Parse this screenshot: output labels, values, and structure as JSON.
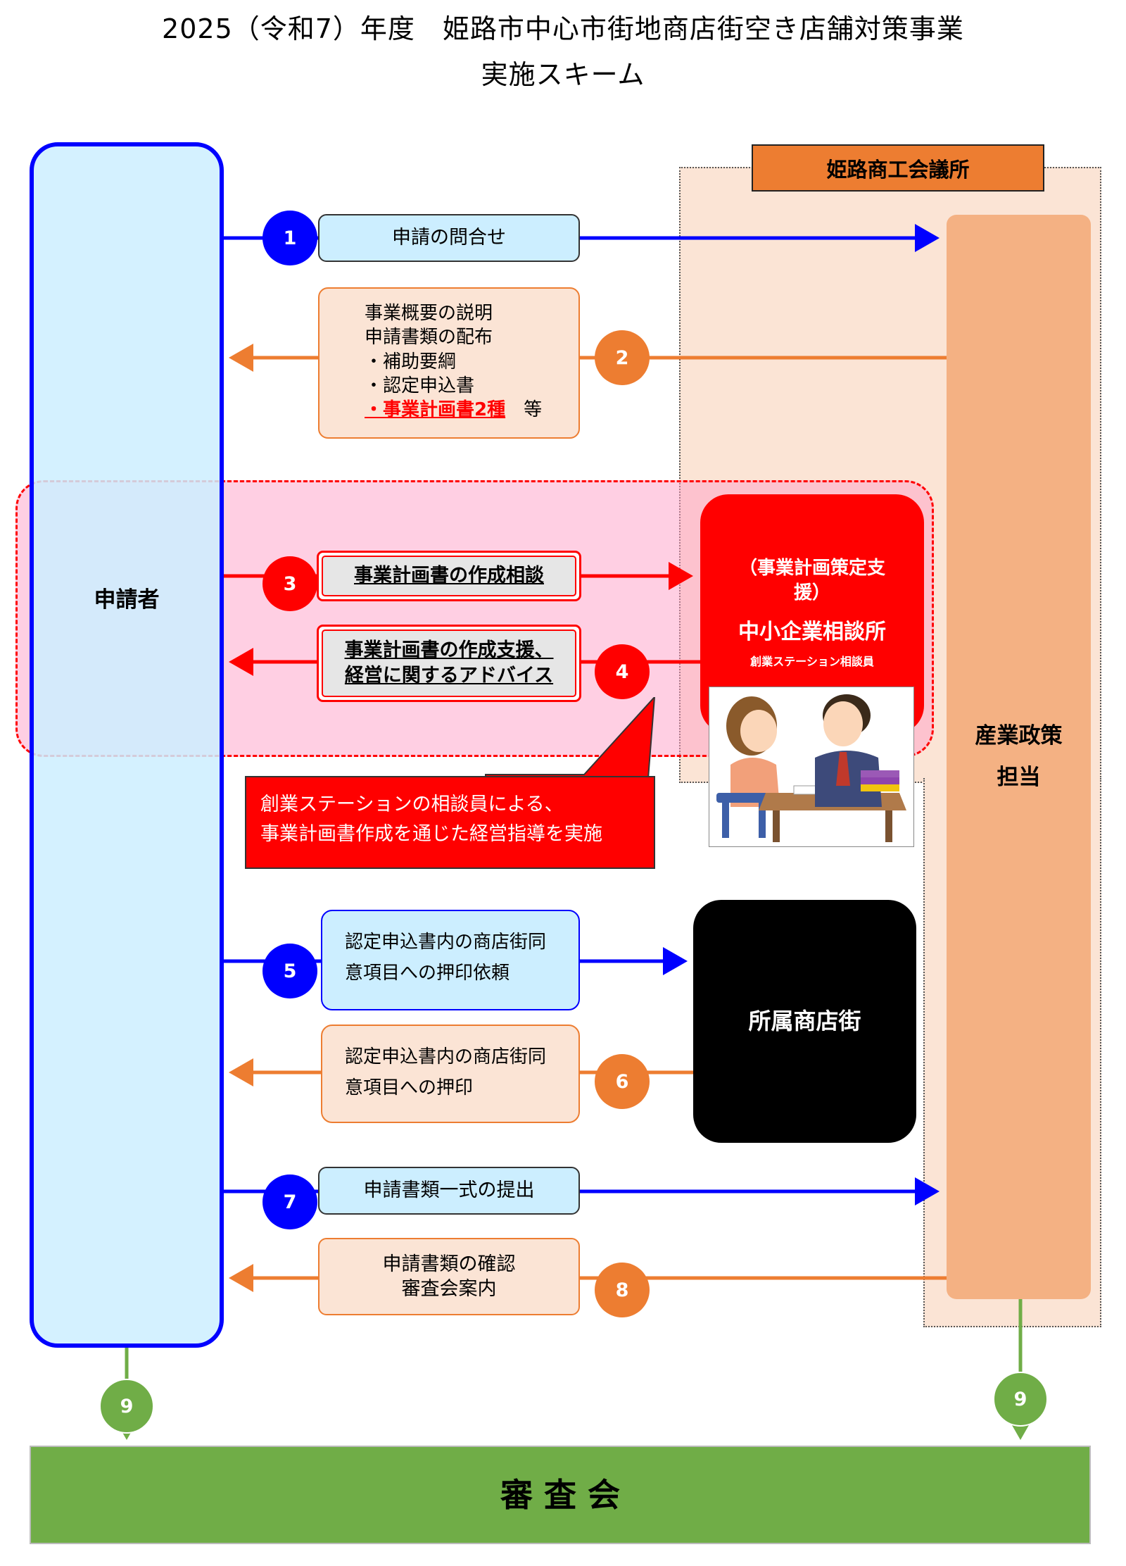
{
  "title": {
    "line1": "2025（令和7）年度　姫路市中心市街地商店街空き店舗対策事業",
    "line2": "実施スキーム"
  },
  "colors": {
    "blue": "#0000ff",
    "orange": "#ed7d31",
    "red": "#ff0000",
    "green": "#70ad47",
    "applicant_fill": "#cceeff",
    "cci_fill": "#fbe4d5",
    "policy_fill": "#f4b183",
    "pink_zone": "#ffcce0"
  },
  "applicant": {
    "label": "申請者"
  },
  "cci": {
    "label": "姫路商工会議所"
  },
  "policy": {
    "line1": "産業政策",
    "line2": "担当"
  },
  "sme_center": {
    "sub": "（事業計画策定支援）",
    "name": "中小企業相談所",
    "note": "創業ステーション相談員"
  },
  "callout": {
    "line1": "創業ステーションの相談員による、",
    "line2": "事業計画書作成を通じた経営指導を実施"
  },
  "shotengai": {
    "label": "所属商店街"
  },
  "review": {
    "label": "審 査 会"
  },
  "steps": {
    "s1": {
      "num": "1",
      "text": "申請の問合せ"
    },
    "s2": {
      "num": "2",
      "line1": "事業概要の説明",
      "line2": "申請書類の配布",
      "line3": "・補助要綱",
      "line4": "・認定申込書",
      "line5_highlight": "・事業計画書2種",
      "line5_tail": "　等"
    },
    "s3": {
      "num": "3",
      "text": "事業計画書の作成相談"
    },
    "s4": {
      "num": "4",
      "line1": "事業計画書の作成支援、",
      "line2": "経営に関するアドバイス"
    },
    "s5": {
      "num": "5",
      "line1": "認定申込書内の商店街同",
      "line2": "意項目への押印依頼"
    },
    "s6": {
      "num": "6",
      "line1": "認定申込書内の商店街同",
      "line2": "意項目への押印"
    },
    "s7": {
      "num": "7",
      "text": "申請書類一式の提出"
    },
    "s8": {
      "num": "8",
      "line1": "申請書類の確認",
      "line2": "審査会案内"
    },
    "s9_left": {
      "num": "9"
    },
    "s9_right": {
      "num": "9"
    }
  }
}
